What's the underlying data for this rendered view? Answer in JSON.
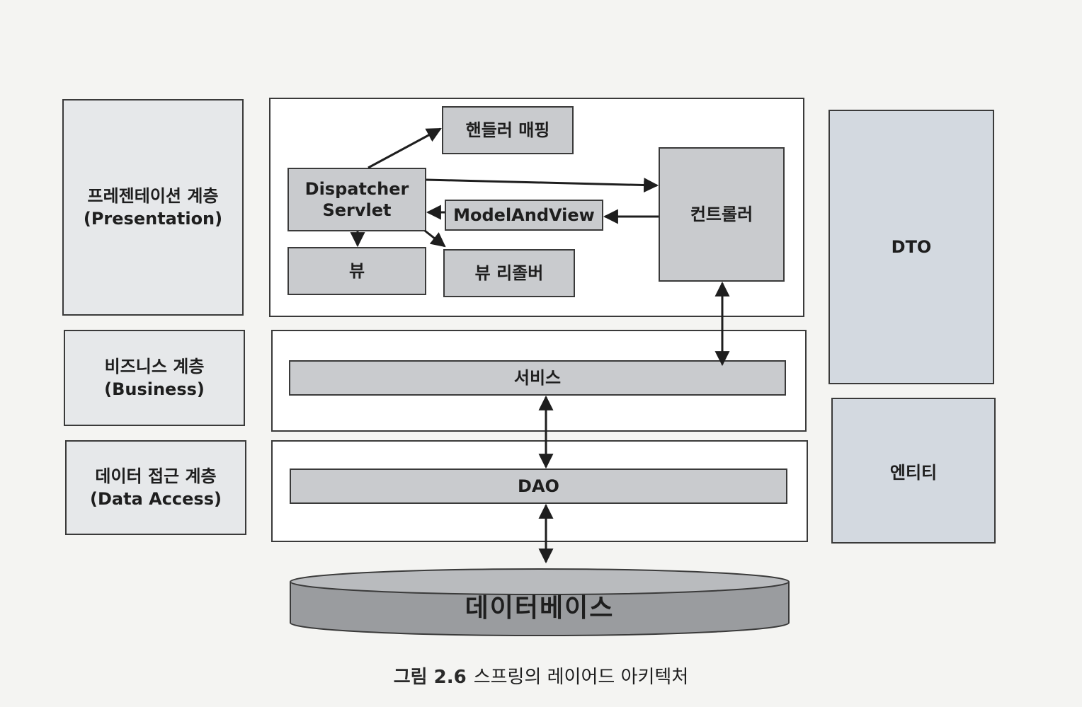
{
  "layers": {
    "presentation": {
      "line1": "프레젠테이션 계층",
      "line2": "(Presentation)"
    },
    "business": {
      "line1": "비즈니스 계층",
      "line2": "(Business)"
    },
    "data_access": {
      "line1": "데이터 접근 계층",
      "line2": "(Data Access)"
    }
  },
  "components": {
    "handler_mapping": "핸들러 매핑",
    "dispatcher_line1": "Dispatcher",
    "dispatcher_line2": "Servlet",
    "model_and_view": "ModelAndView",
    "controller": "컨트롤러",
    "view": "뷰",
    "view_resolver": "뷰 리졸버",
    "service": "서비스",
    "dao": "DAO",
    "database": "데이터베이스"
  },
  "side": {
    "dto": "DTO",
    "entity": "엔티티"
  },
  "caption": {
    "number": "그림 2.6",
    "text": "스프링의 레이어드 아키텍처"
  },
  "colors": {
    "component_fill": "#c9cbce",
    "side_fill": "#d3d9e0",
    "label_fill": "#e6e8ea",
    "stroke": "#3a3a3a"
  }
}
